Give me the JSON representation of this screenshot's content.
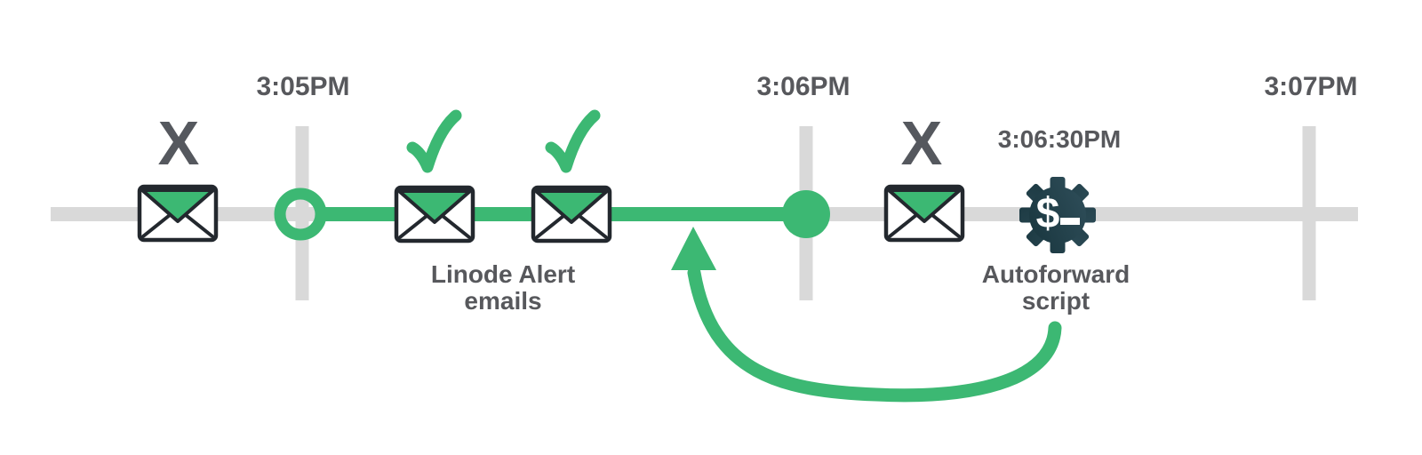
{
  "timeline": {
    "tick_labels": [
      "3:05PM",
      "3:06PM",
      "3:07PM"
    ],
    "event_time": "3:06:30PM"
  },
  "captions": {
    "alert_line1": "Linode Alert",
    "alert_line2": "emails",
    "script_line1": "Autoforward",
    "script_line2": "script"
  },
  "marks": {
    "missed_1": "X",
    "missed_2": "X"
  },
  "icons": {
    "email": "envelope-icon",
    "delivered": "check-icon",
    "missed": "x-mark",
    "script": "gear-dollar-icon",
    "redirect": "loop-arrow-icon",
    "gear_glyph": "$"
  },
  "colors": {
    "green": "#3cb873",
    "track_gray": "#d9d9d9",
    "text_gray": "#57585c",
    "outline_dark": "#23282e",
    "gear_dark_start": "#17343c",
    "gear_dark_end": "#31505c"
  }
}
